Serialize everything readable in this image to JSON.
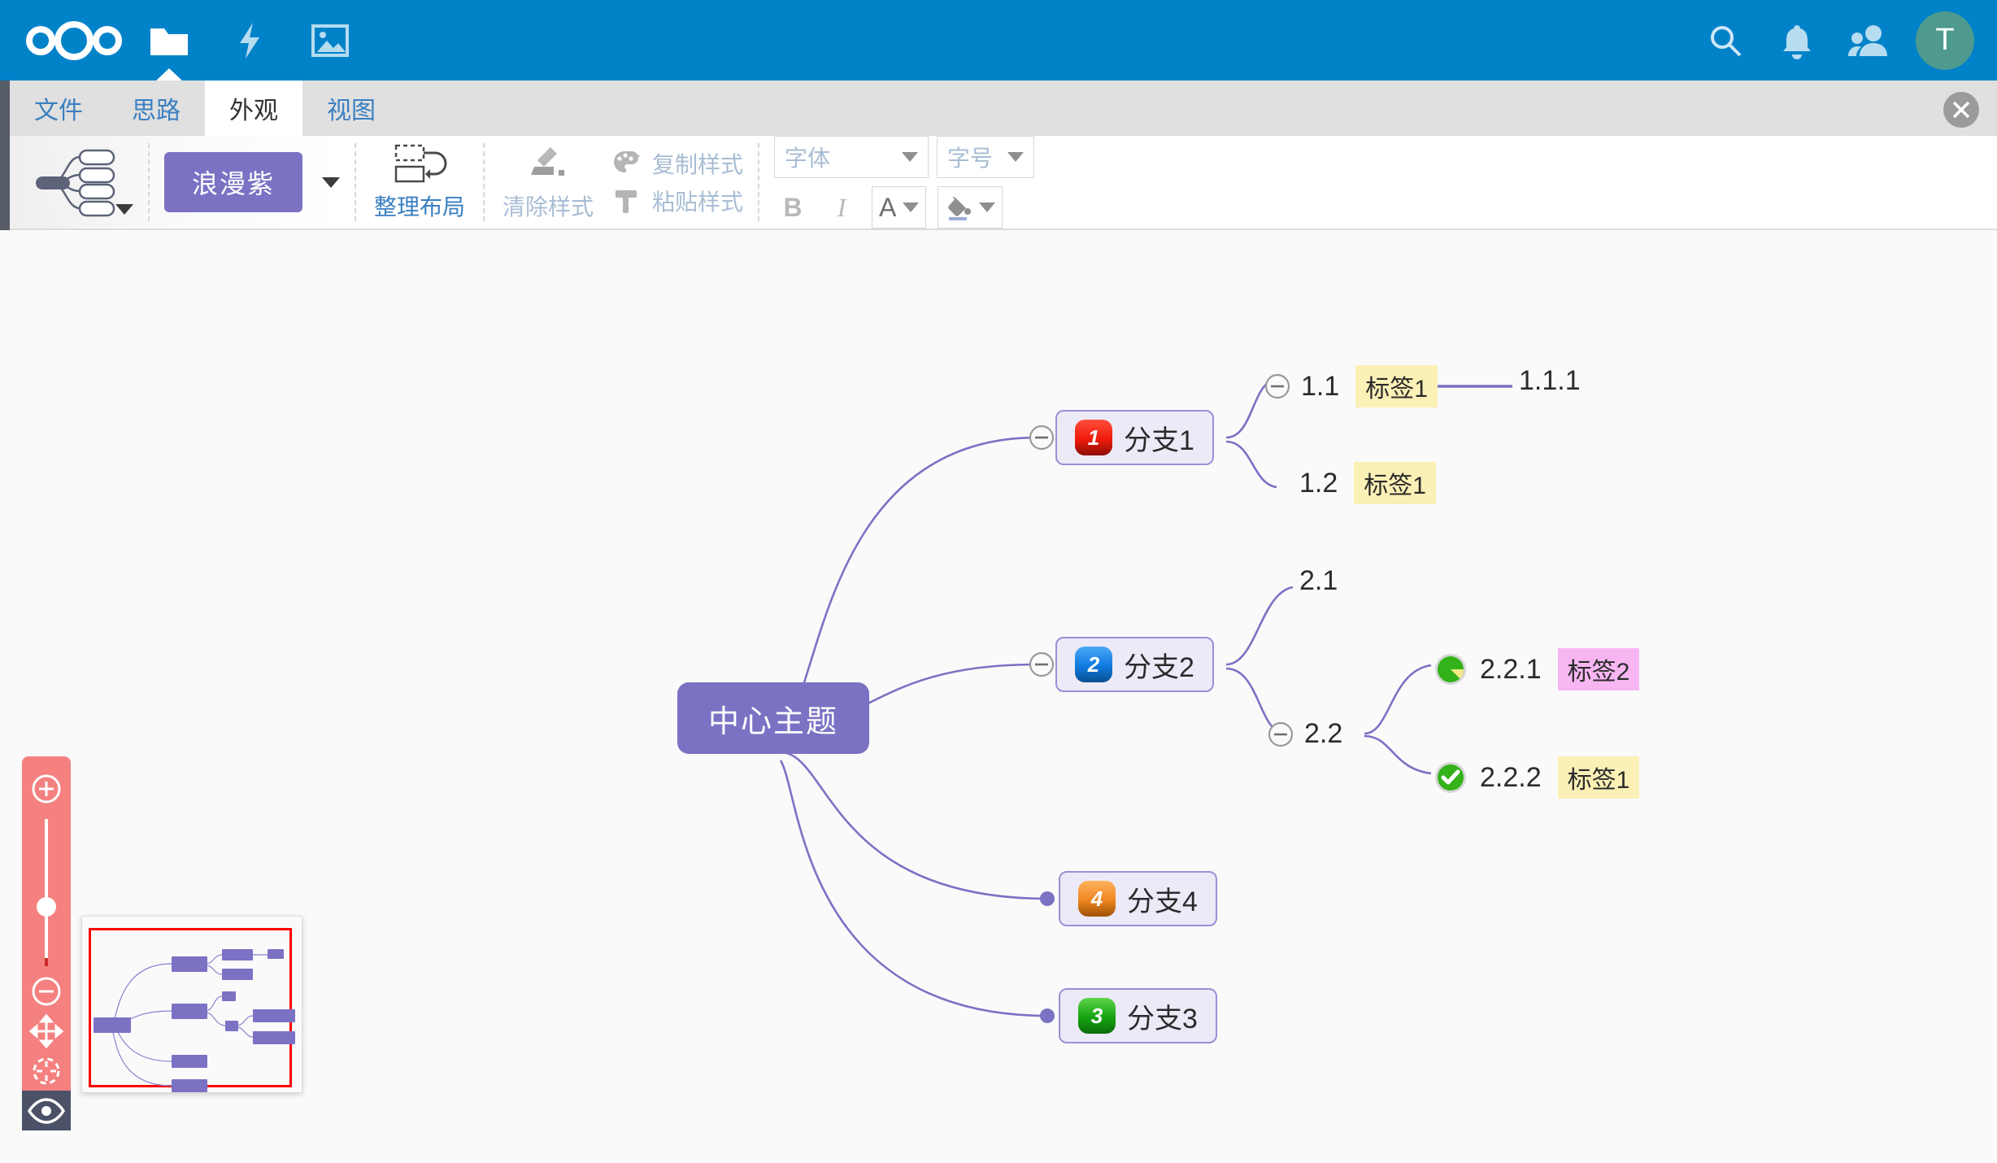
{
  "header": {
    "brand": "nextcloud-logo",
    "nav": [
      {
        "name": "files-icon",
        "label": "Files",
        "active": true
      },
      {
        "name": "activity-icon",
        "label": "Activity",
        "active": false
      },
      {
        "name": "photos-icon",
        "label": "Photos",
        "active": false
      }
    ],
    "actions": [
      {
        "name": "search-icon",
        "label": "Search"
      },
      {
        "name": "notifications-bell-icon",
        "label": "Notifications"
      },
      {
        "name": "contacts-icon",
        "label": "Contacts"
      }
    ],
    "avatar_initial": "T",
    "avatar_color": "#4e9a8f",
    "background_color": "#0082c9"
  },
  "tabs": {
    "items": [
      {
        "label": "文件",
        "active": false
      },
      {
        "label": "思路",
        "active": false
      },
      {
        "label": "外观",
        "active": true
      },
      {
        "label": "视图",
        "active": false
      }
    ],
    "close_label": "✕"
  },
  "ribbon": {
    "template_caret": "▼",
    "theme": {
      "label": "浪漫紫",
      "color": "#7b72c4",
      "caret": "▼"
    },
    "arrange": {
      "label": "整理布局",
      "enabled": true
    },
    "clear_style": {
      "label": "清除样式",
      "enabled": false
    },
    "copy_style": {
      "label": "复制样式",
      "enabled": false
    },
    "paste_style": {
      "label": "粘贴样式",
      "enabled": false
    },
    "font_family": {
      "placeholder": "字体",
      "value": ""
    },
    "font_size": {
      "placeholder": "字号",
      "value": ""
    },
    "bold_label": "B",
    "italic_label": "I",
    "text_color_label": "A",
    "fill_color_label": "fill-bucket-icon"
  },
  "mindmap": {
    "root": {
      "text": "中心主题",
      "fill": "#7b72c4"
    },
    "branches": [
      {
        "text": "分支1",
        "priority": "1",
        "priority_color": "#f01b0a",
        "collapsed_toggle": "−",
        "children": [
          {
            "text": "1.1",
            "tag": "标签1",
            "tag_color": "#fbf0b6",
            "toggle": "−",
            "children": [
              {
                "text": "1.1.1"
              }
            ]
          },
          {
            "text": "1.2",
            "tag": "标签1",
            "tag_color": "#fbf0b6"
          }
        ]
      },
      {
        "text": "分支2",
        "priority": "2",
        "priority_color": "#0f7ae0",
        "collapsed_toggle": "−",
        "children": [
          {
            "text": "2.1"
          },
          {
            "text": "2.2",
            "toggle": "−",
            "children": [
              {
                "text": "2.2.1",
                "tag": "标签2",
                "tag_color": "#f7b6f2",
                "icon": "progress-75-icon"
              },
              {
                "text": "2.2.2",
                "tag": "标签1",
                "tag_color": "#fbf0b6",
                "icon": "check-circle-icon"
              }
            ]
          }
        ]
      },
      {
        "text": "分支4",
        "priority": "4",
        "priority_color": "#ef8520"
      },
      {
        "text": "分支3",
        "priority": "3",
        "priority_color": "#16a312"
      }
    ],
    "connector_color": "#7b72c4"
  },
  "zoom_panel": {
    "background": "#f4817f",
    "zoom_in": "zoom-in-icon",
    "zoom_out": "zoom-out-icon",
    "slider_value": 48,
    "move": "move-icon",
    "center": "center-target-icon",
    "visibility": "eye-icon",
    "visibility_selected": true
  },
  "minimap": {
    "label": "minimap",
    "viewport_color": "#ff0000"
  }
}
